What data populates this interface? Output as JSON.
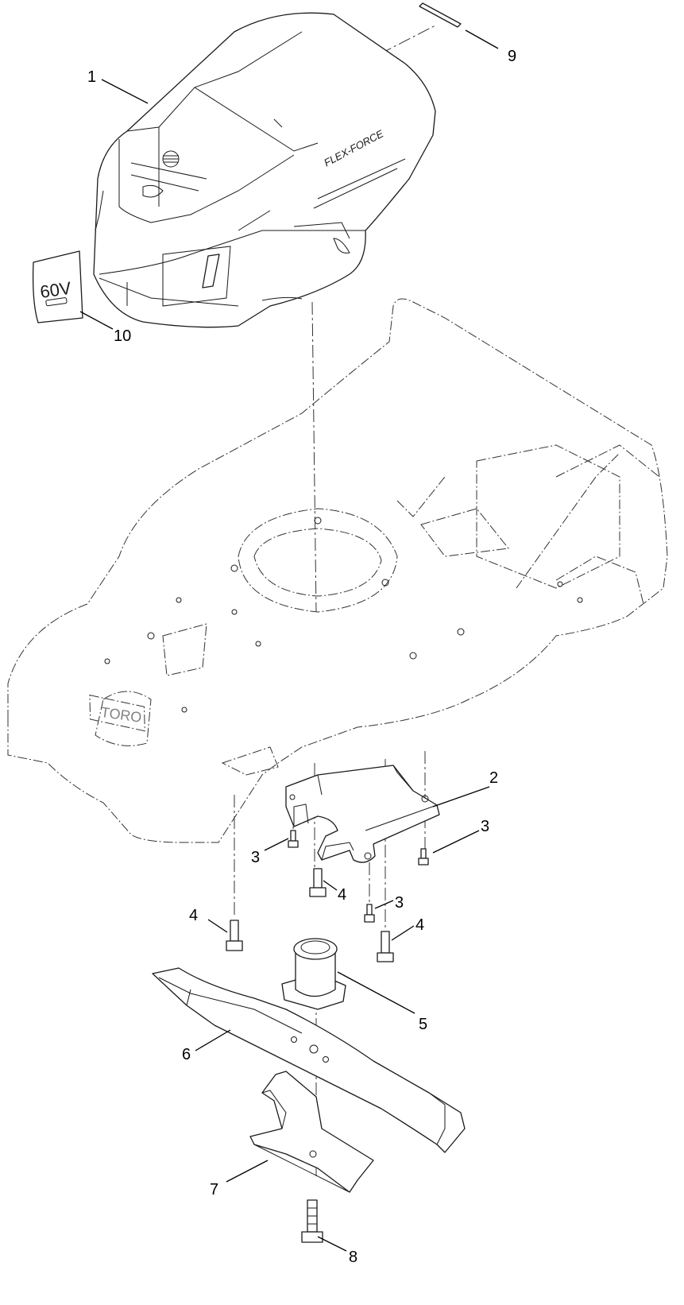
{
  "diagram": {
    "callouts": [
      {
        "id": "1",
        "label": "1"
      },
      {
        "id": "2",
        "label": "2"
      },
      {
        "id": "3a",
        "label": "3"
      },
      {
        "id": "3b",
        "label": "3"
      },
      {
        "id": "3c",
        "label": "3"
      },
      {
        "id": "4a",
        "label": "4"
      },
      {
        "id": "4b",
        "label": "4"
      },
      {
        "id": "4c",
        "label": "4"
      },
      {
        "id": "5",
        "label": "5"
      },
      {
        "id": "6",
        "label": "6"
      },
      {
        "id": "7",
        "label": "7"
      },
      {
        "id": "8",
        "label": "8"
      },
      {
        "id": "9",
        "label": "9"
      },
      {
        "id": "10",
        "label": "10"
      }
    ],
    "decals": {
      "hood_brand": "FLEX-FORCE",
      "battery_decal": "60V",
      "deck_logo": "TORO"
    }
  }
}
